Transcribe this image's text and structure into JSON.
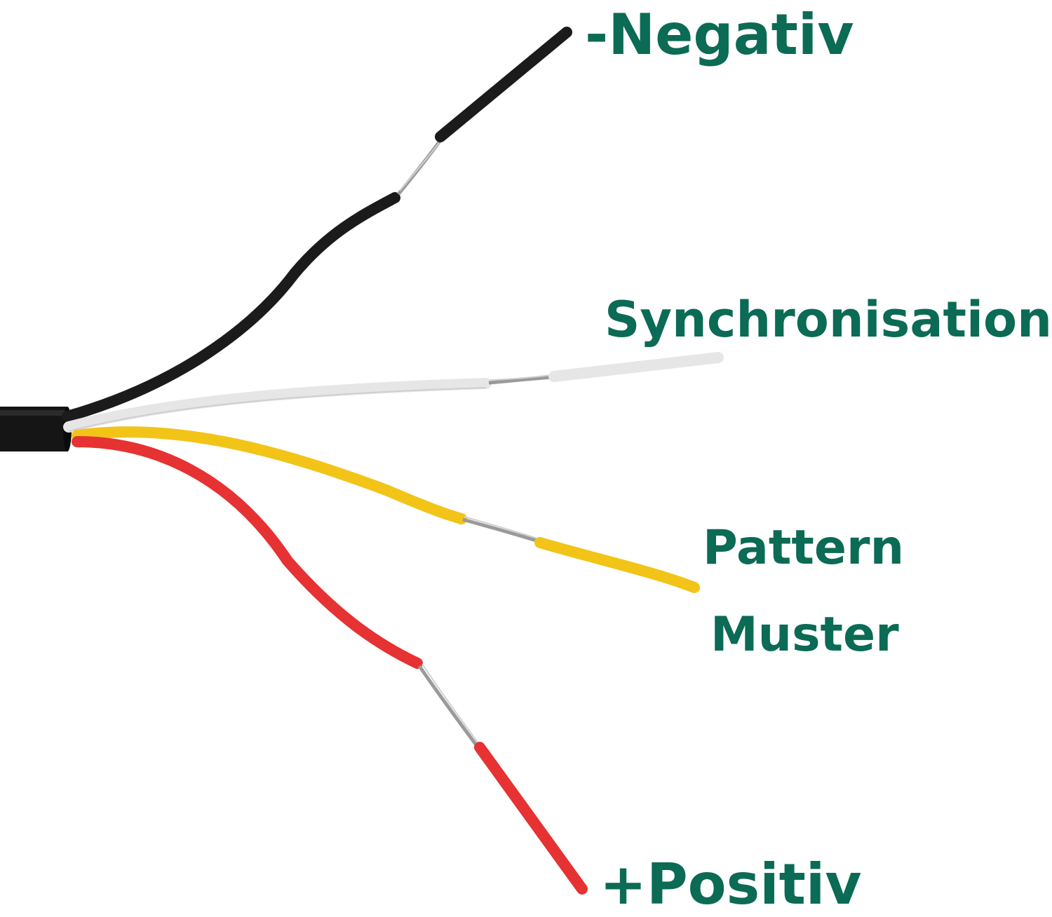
{
  "labels": {
    "negative": "-Negativ",
    "synchronisation": "Synchronisation",
    "pattern": "Pattern",
    "muster": "Muster",
    "positive": "+Positiv"
  },
  "colors": {
    "label_text": "#0b6b55",
    "sheath": "#151515",
    "wire_black": "#1b1b1b",
    "wire_white": "#e6e6e6",
    "wire_yellow": "#f2c418",
    "wire_red": "#e63232",
    "bare_copper": "#9a9a9a"
  }
}
